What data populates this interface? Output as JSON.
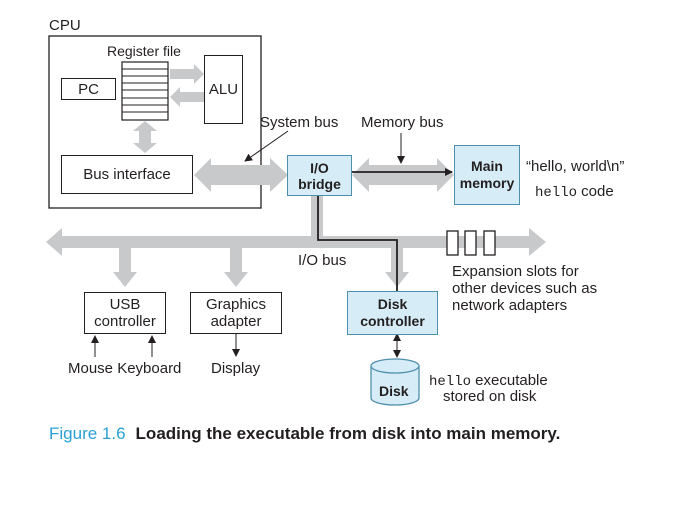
{
  "cpu": {
    "title": "CPU",
    "register_file_label": "Register file",
    "pc_label": "PC",
    "alu_label": "ALU",
    "bus_interface_label": "Bus interface"
  },
  "buses": {
    "system_bus": "System bus",
    "memory_bus": "Memory bus",
    "io_bus": "I/O bus"
  },
  "io_bridge": {
    "line1": "I/O",
    "line2": "bridge"
  },
  "main_memory": {
    "line1": "Main",
    "line2": "memory",
    "content_string": "“hello, world\\n”",
    "content_code_mono": "hello",
    "content_code_text": " code"
  },
  "expansion_slots": "Expansion slots for other devices such as network adapters",
  "usb_controller": {
    "line1": "USB",
    "line2": "controller"
  },
  "graphics_adapter": {
    "line1": "Graphics",
    "line2": "adapter"
  },
  "disk_controller": {
    "line1": "Disk",
    "line2": "controller"
  },
  "peripherals": {
    "mouse_keyboard": "Mouse Keyboard",
    "display": "Display",
    "disk": "Disk"
  },
  "disk_note": {
    "mono": "hello",
    "text1": " executable",
    "text2": "stored on disk"
  },
  "caption": {
    "number": "Figure 1.6",
    "title": "Loading the executable from disk into main memory."
  },
  "colors": {
    "bus_gray": "#c8c9cb",
    "highlight_fill": "#d6ecf6",
    "highlight_border": "#4f8fae",
    "figure_number_blue": "#2aa0d6"
  }
}
